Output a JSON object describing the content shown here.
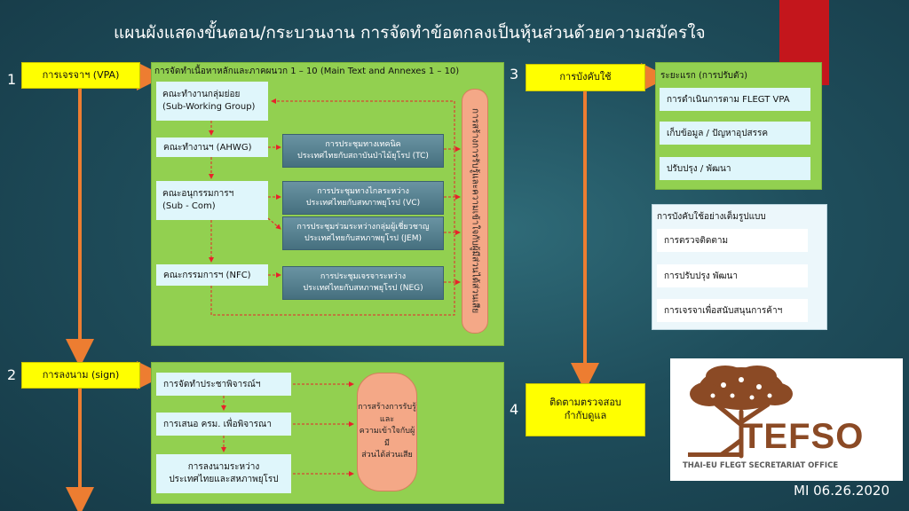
{
  "title": "แผนผังแสดงขั้นตอน/กระบวนงาน การจัดทำข้อตกลงเป็นหุ้นส่วนด้วยความสมัครใจ",
  "steps": {
    "s1": {
      "num": "1",
      "label": "การเจรจาฯ (VPA)"
    },
    "s2": {
      "num": "2",
      "label": "การลงนาม (sign)"
    },
    "s3": {
      "num": "3",
      "label": "การบังคับใช้"
    },
    "s4": {
      "num": "4",
      "label": "ติดตามตรวจสอบ\nกำกับดูแล"
    }
  },
  "negotiation": {
    "heading": "การจัดทำเนื้อหาหลักและภาคผนวก 1 – 10 (Main Text and Annexes 1 – 10)",
    "committees": [
      {
        "line1": "คณะทำงานกลุ่มย่อย",
        "line2": "(Sub-Working Group)"
      },
      {
        "line1": "คณะทำงานฯ (AHWG)",
        "line2": ""
      },
      {
        "line1": "คณะอนุกรรมการฯ",
        "line2": "(Sub - Com)"
      },
      {
        "line1": "คณะกรรมการฯ  (NFC)",
        "line2": ""
      }
    ],
    "meetings": [
      {
        "line1": "การประชุมทางเทคนิค",
        "line2": "ประเทศไทยกับสถาบันป่าไม้ยุโรป (TC)"
      },
      {
        "line1": "การประชุมทางไกลระหว่าง",
        "line2": "ประเทศไทยกับสหภาพยุโรป (VC)"
      },
      {
        "line1": "การประชุมร่วมระหว่างกลุ่มผู้เชี่ยวชาญ",
        "line2": "ประเทศไทยกับสหภาพยุโรป (JEM)"
      },
      {
        "line1": "การประชุมเจรจาระหว่าง",
        "line2": "ประเทศไทยกับสหภาพยุโรป (NEG)"
      }
    ],
    "pill": "การสร้างการรับรู้และความเข้าใจกับผู้มีส่วนได้ส่วนเสีย"
  },
  "signing": {
    "items": [
      "การจัดทำประชาพิจารณ์ฯ",
      "การเสนอ ครม. เพื่อพิจารณา",
      "การลงนามระหว่าง\nประเทศไทยและสหภาพยุโรป"
    ],
    "pill": "การสร้างการรับรู้และ\nความเข้าใจกับผู้มี\nส่วนได้ส่วนเสีย"
  },
  "enforce_initial": {
    "heading": "ระยะแรก (การปรับตัว)",
    "items": [
      "การดำเนินการตาม  FLEGT VPA",
      "เก็บข้อมูล / ปัญหาอุปสรรค",
      "ปรับปรุง / พัฒนา"
    ]
  },
  "enforce_full": {
    "heading": "การบังคับใช้อย่างเต็มรูปแบบ",
    "items": [
      "การตรวจติดตาม",
      "การปรับปรุง พัฒนา",
      "การเจรจาเพื่อสนับสนุนการค้าฯ"
    ]
  },
  "logo": {
    "name": "TEFSO",
    "subtitle": "THAI-EU FLEGT SECRETARIAT OFFICE"
  },
  "date": "MI 06.26.2020",
  "colors": {
    "step_fill": "#ffff00",
    "panel_fill": "#92d050",
    "box_fill": "#dff6fb",
    "pill_fill": "#f4a887",
    "arrow": "#ed7d31",
    "dashed": "#e8222a",
    "accent_red": "#c4161c",
    "logo_brown": "#8b4a25",
    "logo_gray": "#5a5a5a"
  }
}
